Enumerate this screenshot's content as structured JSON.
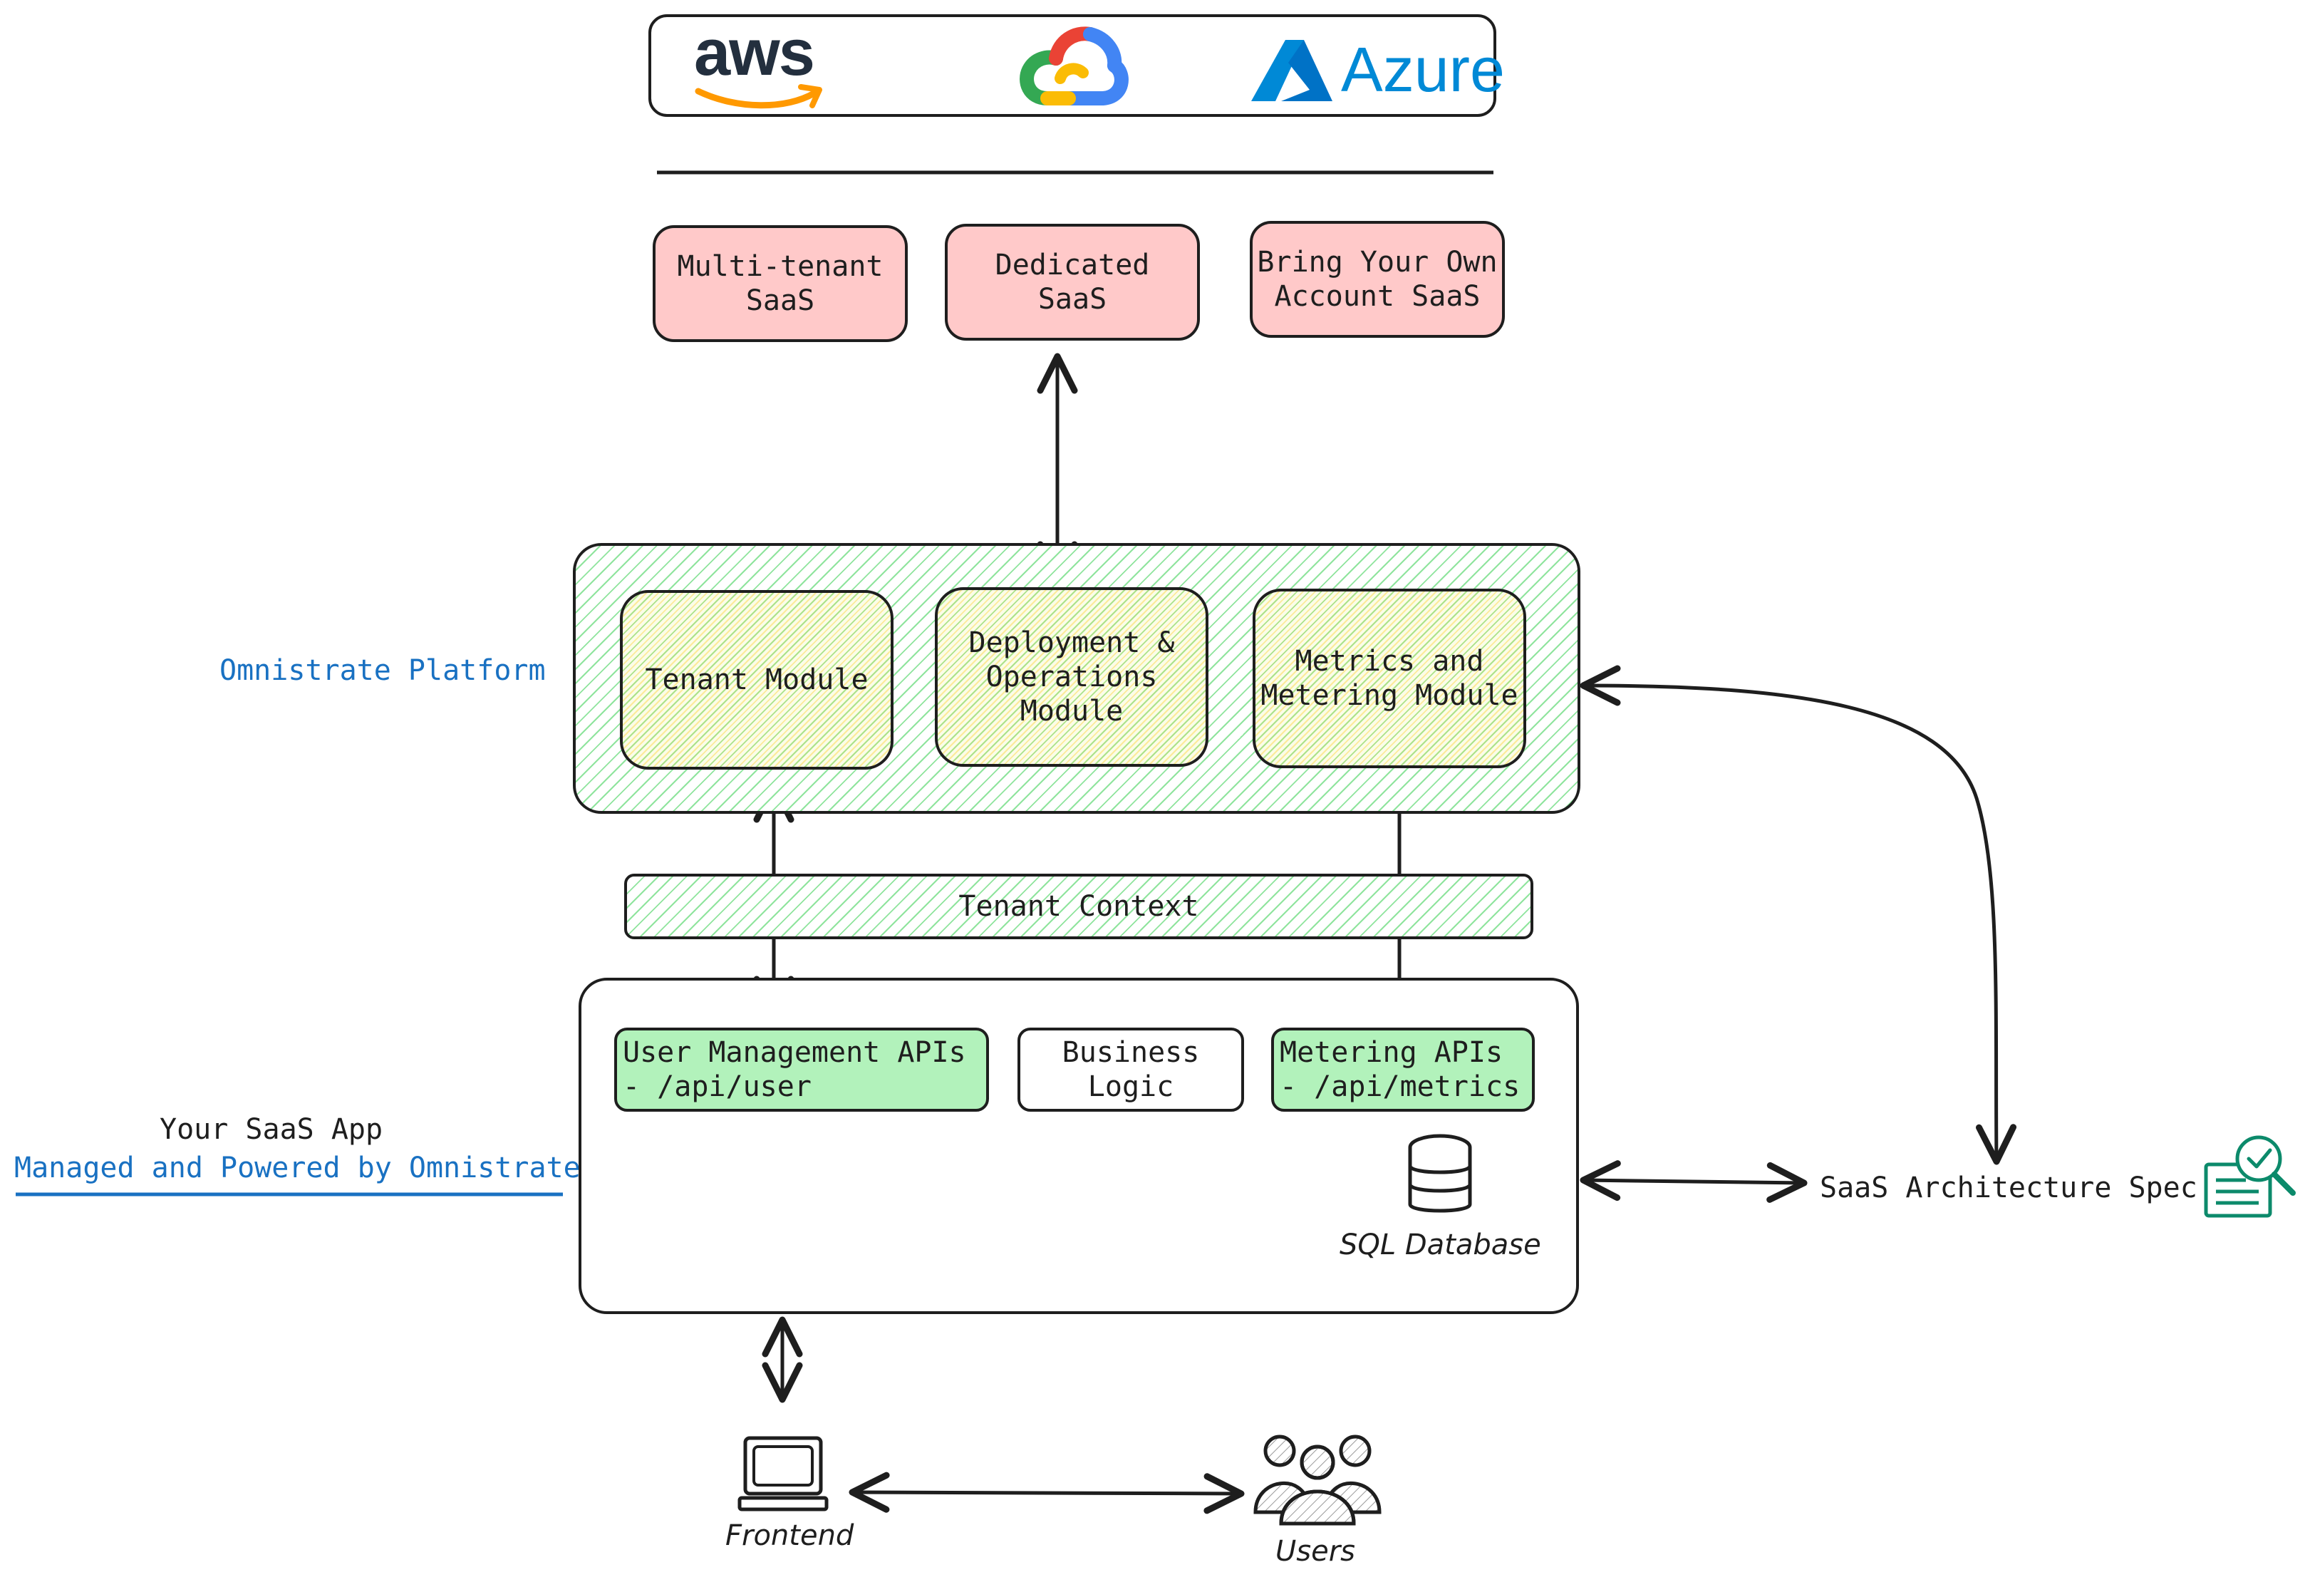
{
  "clouds": {
    "aws": "aws",
    "google": "google-cloud",
    "azure": "Azure"
  },
  "offerings": [
    {
      "label": "Multi-tenant\nSaaS"
    },
    {
      "label": "Dedicated\nSaaS"
    },
    {
      "label": "Bring Your Own\nAccount SaaS"
    }
  ],
  "platform": {
    "side_label": "Omnistrate Platform",
    "modules": [
      {
        "label": "Tenant Module"
      },
      {
        "label": "Deployment &\nOperations\nModule"
      },
      {
        "label": "Metrics and\nMetering Module"
      }
    ]
  },
  "tenant_context": "Tenant Context",
  "app": {
    "side_label": "Your SaaS App",
    "side_sublabel": "Managed and Powered by Omnistrate",
    "apis": [
      {
        "label": "User Management APIs\n- /api/user"
      },
      {
        "label": "Business\nLogic"
      },
      {
        "label": "Metering APIs\n- /api/metrics"
      }
    ],
    "database_label": "SQL Database"
  },
  "spec_label": "SaaS Architecture Spec",
  "frontend_label": "Frontend",
  "users_label": "Users",
  "colors": {
    "offering_fill": "#ffc9c9",
    "api_fill": "#b2f2bb",
    "hatch_green": "#69db7c",
    "accent_blue": "#1971c2",
    "spec_icon": "#0c8a6b"
  }
}
